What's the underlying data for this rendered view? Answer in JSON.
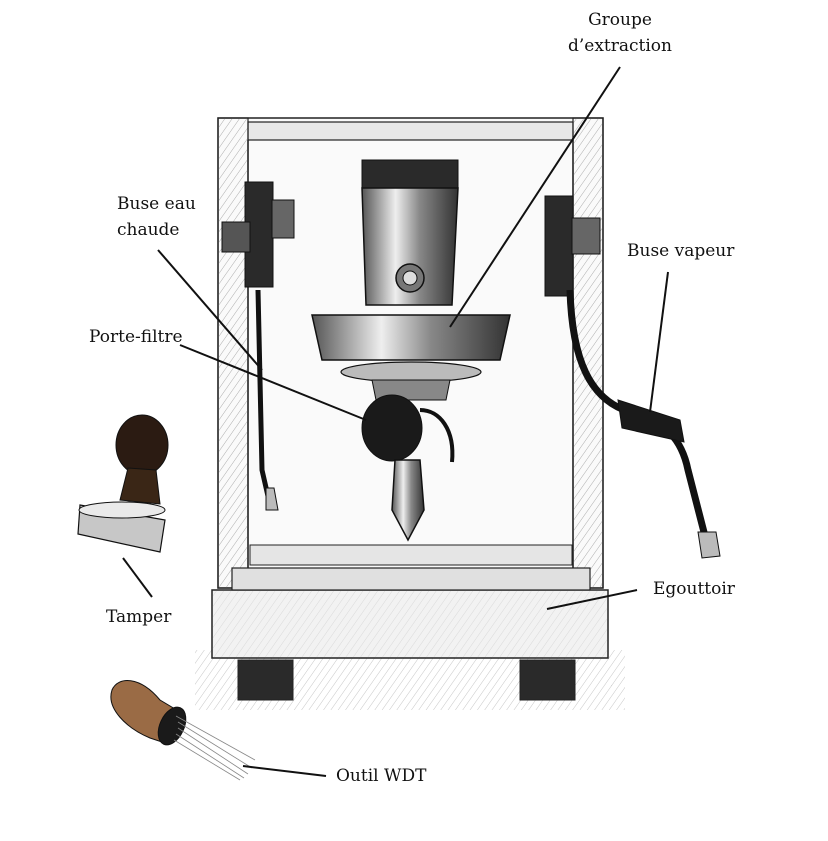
{
  "labels": {
    "groupe_line1": "Groupe",
    "groupe_line2": "d’extraction",
    "buse_eau_line1": "Buse eau",
    "buse_eau_line2": "chaude",
    "buse_vapeur": "Buse vapeur",
    "porte_filtre": "Porte-filtre",
    "egouttoir": "Egouttoir",
    "tamper": "Tamper",
    "outil_wdt": "Outil WDT"
  },
  "colors": {
    "ink": "#111111",
    "steel": "#cfcfcf",
    "wood": "#9a6b45",
    "handle": "#1a1a1a"
  }
}
